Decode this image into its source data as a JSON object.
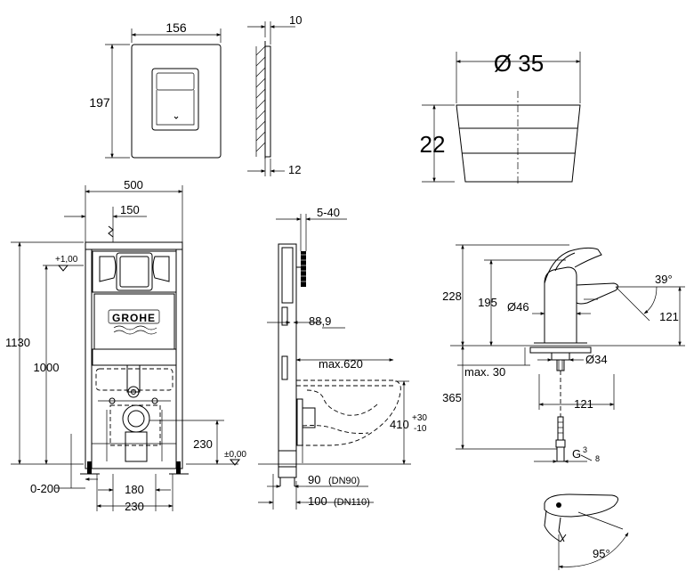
{
  "flush_plate": {
    "width": "156",
    "height": "197",
    "thickness_top": "10",
    "thickness_bottom": "12"
  },
  "rosette": {
    "diameter": "Ø 35",
    "height": "22"
  },
  "frame": {
    "width": "500",
    "offset": "150",
    "level_top": "+1,00",
    "total_height": "1130",
    "height_to_level": "1000",
    "drain_height": "230",
    "level_zero": "±0,00",
    "foot_range": "0-200",
    "foot_inner": "180",
    "foot_outer": "230",
    "brand": "GROHE"
  },
  "side_view": {
    "wall_range": "5-40",
    "pipe": "88,9",
    "max_projection": "max.620",
    "seat_height": "410",
    "seat_tol_plus": "+30",
    "seat_tol_minus": "-10",
    "drain_dn90": "90",
    "drain_dn90_label": "(DN90)",
    "drain_dn110": "100",
    "drain_dn110_label": "(DN110)"
  },
  "faucet": {
    "total_height": "228",
    "spout_height": "195",
    "angle_spout": "39°",
    "spout_reach": "121",
    "body_diameter": "Ø46",
    "thread_diameter": "Ø34",
    "max_counter": "max. 30",
    "hose_length": "365",
    "hose_offset": "121",
    "connection": "G",
    "connection_num": "3",
    "connection_den": "8",
    "lever_angle": "95°"
  }
}
